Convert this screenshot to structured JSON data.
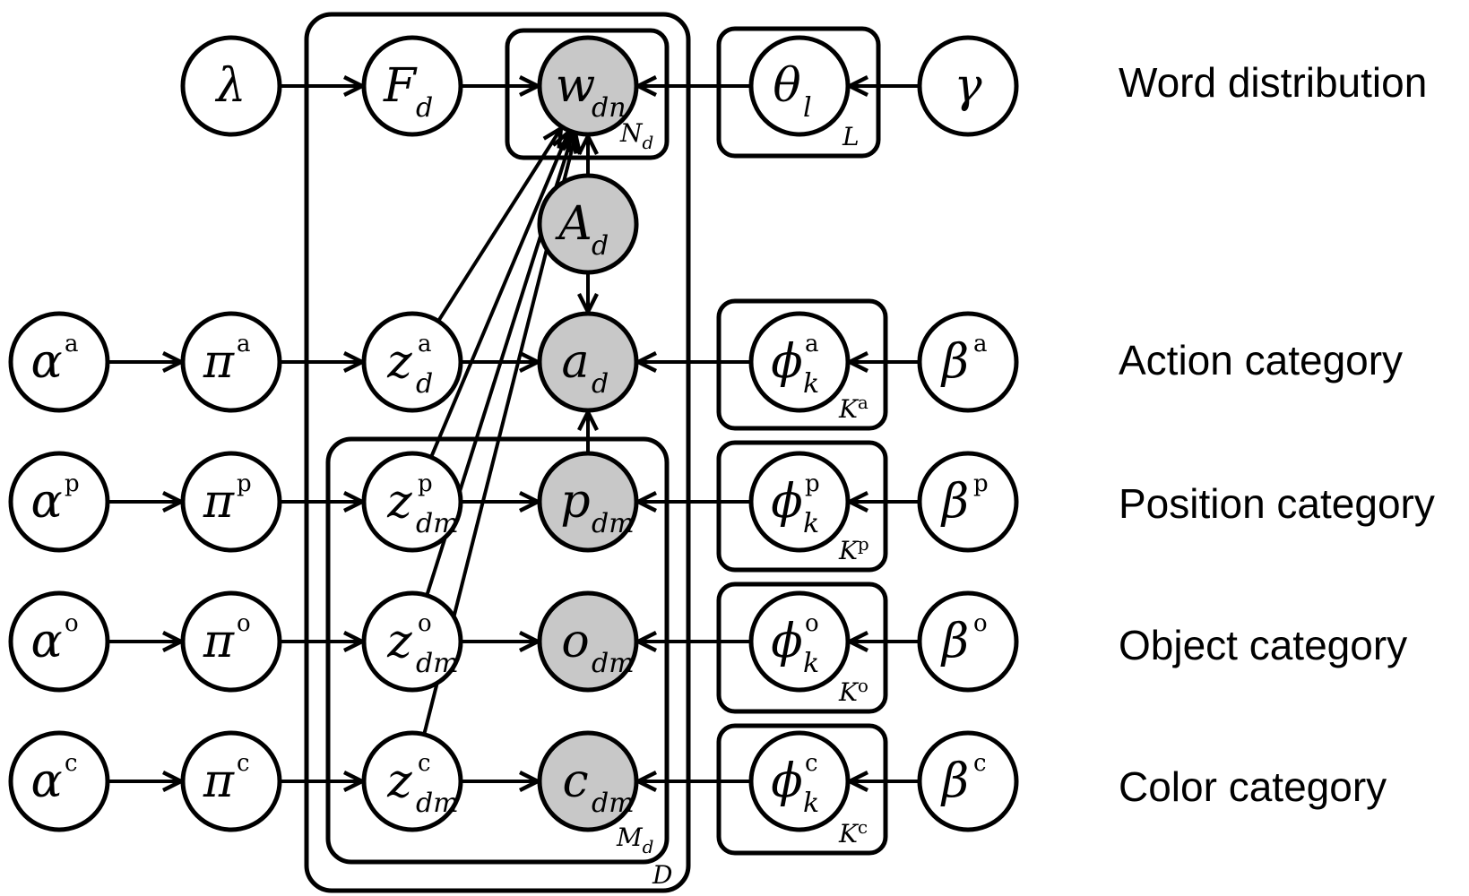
{
  "row_labels": {
    "word": "Word distribution",
    "action": "Action category",
    "position": "Position category",
    "object": "Object category",
    "color": "Color category"
  },
  "plates": {
    "D": "D",
    "N": {
      "main": "N",
      "sub": "d"
    },
    "M": {
      "main": "M",
      "sub": "d"
    },
    "L": "L",
    "Ka": {
      "main": "K",
      "sup": "a"
    },
    "Kp": {
      "main": "K",
      "sup": "p"
    },
    "Ko": {
      "main": "K",
      "sup": "o"
    },
    "Kc": {
      "main": "K",
      "sup": "c"
    }
  },
  "nodes": {
    "lambda": {
      "sym": "λ"
    },
    "F": {
      "sym": "F",
      "sub": "d"
    },
    "w": {
      "sym": "w",
      "sub": "dn"
    },
    "theta": {
      "sym": "θ",
      "sub": "l"
    },
    "gamma": {
      "sym": "γ"
    },
    "A": {
      "sym": "A",
      "sub": "d"
    },
    "alpha_a": {
      "sym": "α",
      "sup": "a"
    },
    "pi_a": {
      "sym": "π",
      "sup": "a"
    },
    "z_a": {
      "sym": "z",
      "sup": "a",
      "sub": "d"
    },
    "a": {
      "sym": "a",
      "sub": "d"
    },
    "phi_a": {
      "sym": "ϕ",
      "sup": "a",
      "sub": "k"
    },
    "beta_a": {
      "sym": "β",
      "sup": "a"
    },
    "alpha_p": {
      "sym": "α",
      "sup": "p"
    },
    "pi_p": {
      "sym": "π",
      "sup": "p"
    },
    "z_p": {
      "sym": "z",
      "sup": "p",
      "sub": "dm"
    },
    "p": {
      "sym": "p",
      "sub": "dm"
    },
    "phi_p": {
      "sym": "ϕ",
      "sup": "p",
      "sub": "k"
    },
    "beta_p": {
      "sym": "β",
      "sup": "p"
    },
    "alpha_o": {
      "sym": "α",
      "sup": "o"
    },
    "pi_o": {
      "sym": "π",
      "sup": "o"
    },
    "z_o": {
      "sym": "z",
      "sup": "o",
      "sub": "dm"
    },
    "o": {
      "sym": "o",
      "sub": "dm"
    },
    "phi_o": {
      "sym": "ϕ",
      "sup": "o",
      "sub": "k"
    },
    "beta_o": {
      "sym": "β",
      "sup": "o"
    },
    "alpha_c": {
      "sym": "α",
      "sup": "c"
    },
    "pi_c": {
      "sym": "π",
      "sup": "c"
    },
    "z_c": {
      "sym": "z",
      "sup": "c",
      "sub": "dm"
    },
    "c": {
      "sym": "c",
      "sub": "dm"
    },
    "phi_c": {
      "sym": "ϕ",
      "sup": "c",
      "sub": "k"
    },
    "beta_c": {
      "sym": "β",
      "sup": "c"
    }
  },
  "colors": {
    "observed_fill": "#c8c8c8",
    "stroke": "#000000"
  }
}
